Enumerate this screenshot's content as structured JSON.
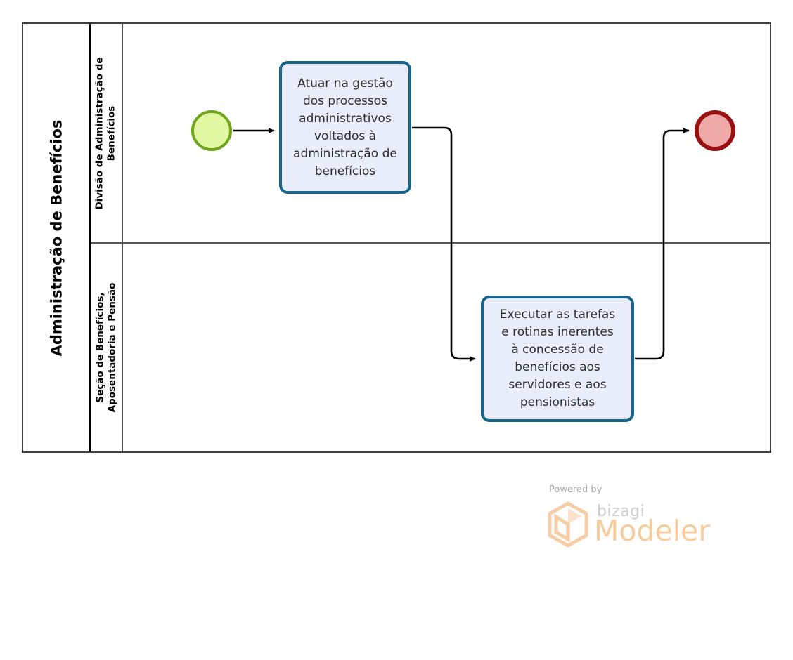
{
  "diagram": {
    "type": "bpmn-process-diagram",
    "pool": {
      "title": "Administração de Benefícios",
      "lanes": [
        {
          "id": "lane-1",
          "title": "Divisão de Administração de\nBenefícios"
        },
        {
          "id": "lane-2",
          "title": "Seção de Benefícios,\nAposentadoria e Pensão"
        }
      ]
    },
    "events": [
      {
        "id": "start-event",
        "kind": "start-event",
        "label": "",
        "fill": "#e2f7a1",
        "stroke": "#6fa61b"
      },
      {
        "id": "end-event",
        "kind": "end-event",
        "label": "",
        "fill": "#efa9a9",
        "stroke": "#991111"
      }
    ],
    "tasks": [
      {
        "id": "task-1",
        "lane": "lane-1",
        "label": "Atuar na gestão\ndos processos\nadministrativos\nvoltados à\nadministração de\nbenefícios",
        "fill": "#e9edfa",
        "stroke": "#17658f"
      },
      {
        "id": "task-2",
        "lane": "lane-2",
        "label": "Executar as tarefas\ne rotinas inerentes\nà concessão de\nbenefícios aos\nservidores e aos\npensionistas",
        "fill": "#e9edfa",
        "stroke": "#17658f"
      }
    ],
    "sequence_flows": [
      {
        "id": "flow-start-task1",
        "from": "start-event",
        "to": "task-1",
        "label": ""
      },
      {
        "id": "flow-task1-task2",
        "from": "task-1",
        "to": "task-2",
        "label": ""
      },
      {
        "id": "flow-task2-end",
        "from": "task-2",
        "to": "end-event",
        "label": ""
      }
    ]
  },
  "watermark": {
    "powered_by": "Powered by",
    "brand": "bizagi",
    "product": "Modeler",
    "brand_color": "#f8cb9a"
  }
}
